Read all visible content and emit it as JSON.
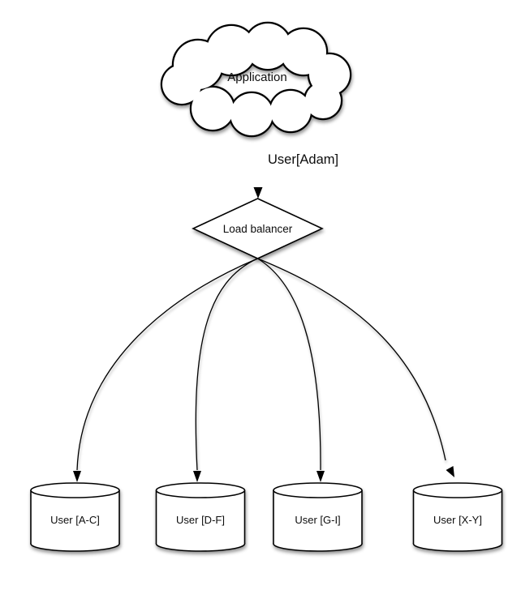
{
  "diagram": {
    "colors": {
      "background": "#ffffff",
      "node_fill": "#ffffff",
      "line": "#000000",
      "text": "#0d0d0d",
      "shadow": "#9a9a9a"
    },
    "nodes": {
      "application": {
        "shape": "cloud",
        "label": "Application"
      },
      "load_balancer": {
        "shape": "diamond",
        "label": "Load balancer"
      },
      "databases": [
        {
          "shape": "cylinder",
          "label": "User [A-C]"
        },
        {
          "shape": "cylinder",
          "label": "User [D-F]"
        },
        {
          "shape": "cylinder",
          "label": "User [G-I]"
        },
        {
          "shape": "cylinder",
          "label": "User [X-Y]"
        }
      ]
    },
    "edges": {
      "app_to_lb": {
        "label": "User[Adam]"
      },
      "lb_to_databases": [
        {
          "to": "User [A-C]"
        },
        {
          "to": "User [D-F]"
        },
        {
          "to": "User [G-I]"
        },
        {
          "to": "User [X-Y]"
        }
      ]
    }
  }
}
